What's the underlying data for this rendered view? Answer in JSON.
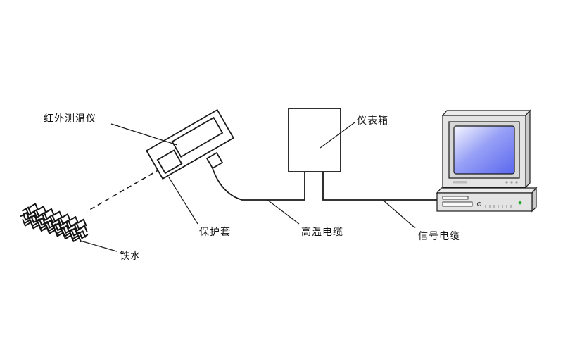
{
  "labels": {
    "infrared_thermometer": "红外测温仪",
    "protective_sleeve": "保护套",
    "molten_iron": "铁水",
    "high_temp_cable": "高温电缆",
    "instrument_box": "仪表箱",
    "signal_cable": "信号电缆"
  },
  "colors": {
    "screen_blue": "#5a67ee",
    "screen_blue_mid": "#98a1f6",
    "led_green": "#2fa82f",
    "outline": "#1a1a1a"
  }
}
